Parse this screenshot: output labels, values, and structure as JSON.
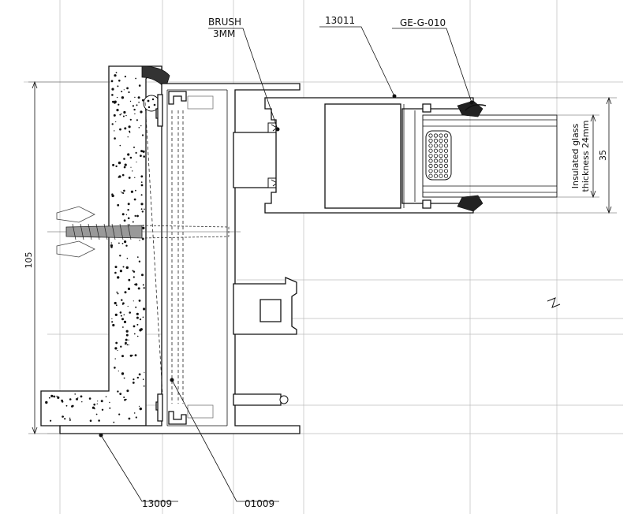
{
  "labels": {
    "brush": "BRUSH",
    "brush_size": "3MM",
    "profile_top": "13011",
    "gasket": "GE-G-010",
    "profile_bottom": "13009",
    "profile_bead": "01009",
    "glass_line1": "Insulated glass",
    "glass_line2": "thickness 24mm"
  },
  "dimensions": {
    "frame_depth": "105",
    "glass_pocket": "35"
  },
  "colors": {
    "line": "#111111",
    "grid": "#bdbdbd",
    "concrete_fill": "#ffffff"
  }
}
